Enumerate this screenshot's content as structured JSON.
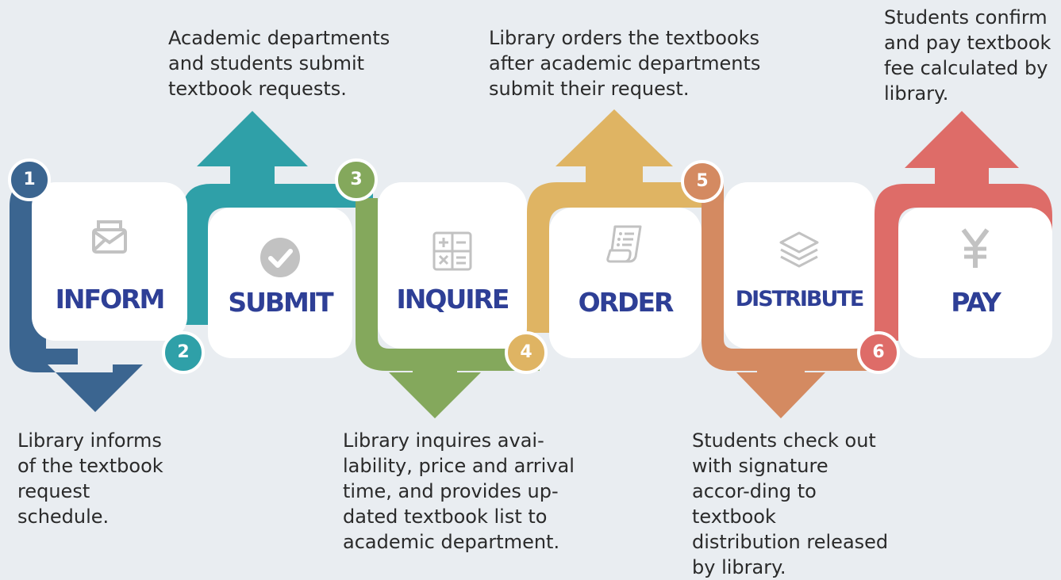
{
  "colors": {
    "background": "#e9edf1",
    "label": "#2e3f96",
    "icon": "#c2c2c2",
    "inform": "#3b6590",
    "submit": "#2fa0a8",
    "inquire": "#84a85c",
    "order": "#dfb463",
    "distribute": "#d48a61",
    "pay": "#de6c68"
  },
  "steps": [
    {
      "number": "1",
      "label": "INFORM",
      "icon": "envelope-icon",
      "description": "Library informs of the textbook request schedule."
    },
    {
      "number": "2",
      "label": "SUBMIT",
      "icon": "check-circle-icon",
      "description": "Academic departments and students submit textbook requests."
    },
    {
      "number": "3",
      "label": "INQUIRE",
      "icon": "calculator-icon",
      "description": "Library inquires avai-lability, price and arrival time, and provides up-dated textbook list to academic department."
    },
    {
      "number": "4",
      "label": "ORDER",
      "icon": "receipt-icon",
      "description": "Library orders the textbooks after academic departments submit their request."
    },
    {
      "number": "5",
      "label": "DISTRIBUTE",
      "icon": "layers-icon",
      "description": "Students check out with signature accor-ding to textbook distribution released by library."
    },
    {
      "number": "6",
      "label": "PAY",
      "icon": "yen-icon",
      "description": "Students confirm and pay textbook fee calculated by library."
    }
  ]
}
